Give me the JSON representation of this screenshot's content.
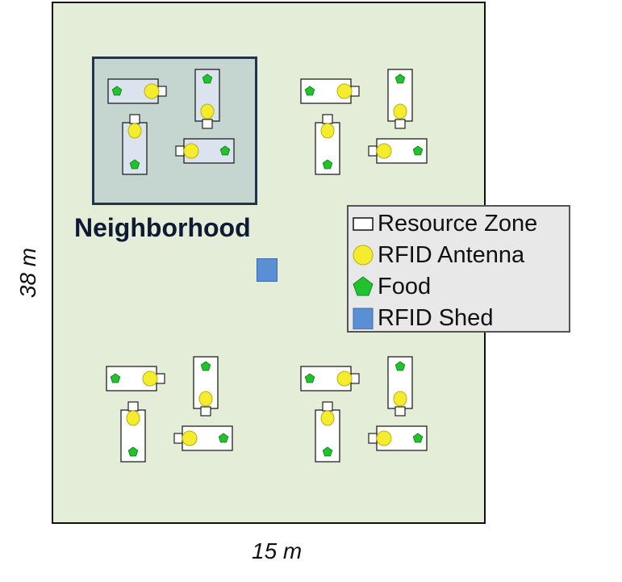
{
  "labels": {
    "neighborhood": "Neighborhood",
    "x_dimension": "15 m",
    "y_dimension": "38 m"
  },
  "legend": {
    "resource_zone": "Resource Zone",
    "rfid_antenna": "RFID Antenna",
    "food": "Food",
    "rfid_shed": "RFID Shed"
  },
  "colors": {
    "field": "#e3edd8",
    "neighborhood": "#c4d6cf",
    "zone": "#ffffff",
    "neighborhood_zone": "#dbe3ef",
    "antenna": "#f5ec2e",
    "food": "#22c22e",
    "shed": "#5b8fd4",
    "legend_bg": "#e8e8e8"
  },
  "counts": {
    "resource_zones": 16,
    "neighborhoods": 4,
    "rfid_sheds": 1
  }
}
